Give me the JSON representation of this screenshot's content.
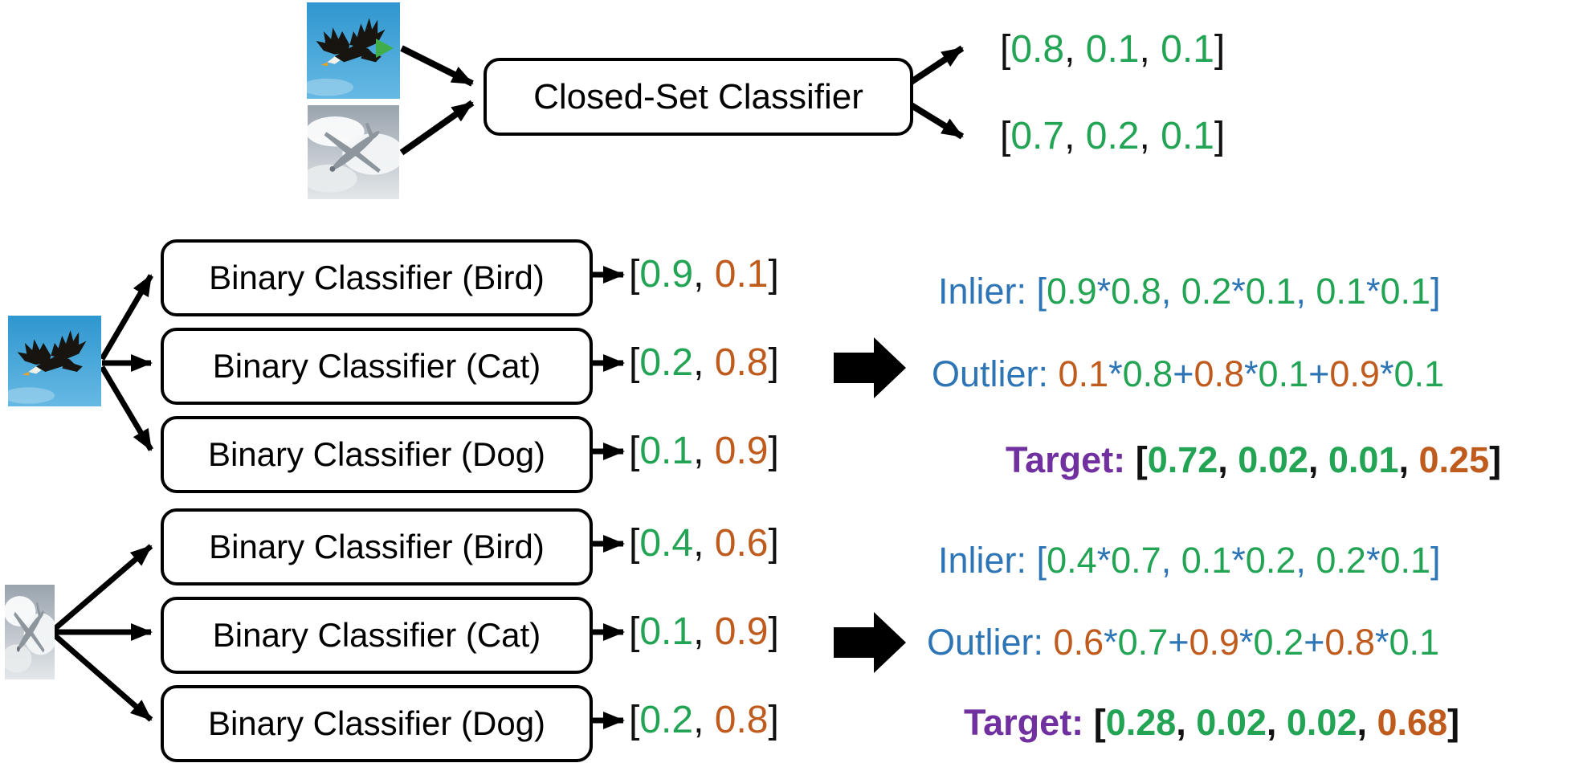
{
  "palette": {
    "black": "#111111",
    "green": "#22A454",
    "orange": "#C05B1E",
    "blue": "#2E75B6",
    "purple": "#7030A0",
    "watermark_green": "#3fae49"
  },
  "top": {
    "inputs": [
      "eagle-photo",
      "airplane-photo"
    ],
    "classifier_label": "Closed-Set Classifier",
    "outputs": [
      {
        "segments": [
          {
            "t": "[",
            "c": "black"
          },
          {
            "t": "0.8",
            "c": "green"
          },
          {
            "t": ", ",
            "c": "black"
          },
          {
            "t": "0.1",
            "c": "green"
          },
          {
            "t": ", ",
            "c": "black"
          },
          {
            "t": "0.1",
            "c": "green"
          },
          {
            "t": "]",
            "c": "black"
          }
        ]
      },
      {
        "segments": [
          {
            "t": "[",
            "c": "black"
          },
          {
            "t": "0.7",
            "c": "green"
          },
          {
            "t": ", ",
            "c": "black"
          },
          {
            "t": "0.2",
            "c": "green"
          },
          {
            "t": ", ",
            "c": "black"
          },
          {
            "t": "0.1",
            "c": "green"
          },
          {
            "t": "]",
            "c": "black"
          }
        ]
      }
    ]
  },
  "groups": [
    {
      "image": "eagle-photo",
      "classifiers": [
        {
          "label": "Binary Classifier (Bird)",
          "output_segments": [
            {
              "t": "[",
              "c": "black"
            },
            {
              "t": "0.9",
              "c": "green"
            },
            {
              "t": ", ",
              "c": "black"
            },
            {
              "t": "0.1",
              "c": "orange"
            },
            {
              "t": "]",
              "c": "black"
            }
          ]
        },
        {
          "label": "Binary Classifier (Cat)",
          "output_segments": [
            {
              "t": "[",
              "c": "black"
            },
            {
              "t": "0.2",
              "c": "green"
            },
            {
              "t": ", ",
              "c": "black"
            },
            {
              "t": "0.8",
              "c": "orange"
            },
            {
              "t": "]",
              "c": "black"
            }
          ]
        },
        {
          "label": "Binary Classifier (Dog)",
          "output_segments": [
            {
              "t": "[",
              "c": "black"
            },
            {
              "t": "0.1",
              "c": "green"
            },
            {
              "t": ", ",
              "c": "black"
            },
            {
              "t": "0.9",
              "c": "orange"
            },
            {
              "t": "]",
              "c": "black"
            }
          ]
        }
      ],
      "inlier": {
        "segments": [
          {
            "t": "Inlier: ",
            "c": "blue"
          },
          {
            "t": "[",
            "c": "blue"
          },
          {
            "t": "0.9",
            "c": "green"
          },
          {
            "t": "*",
            "c": "blue"
          },
          {
            "t": "0.8",
            "c": "green"
          },
          {
            "t": ", ",
            "c": "blue"
          },
          {
            "t": "0.2",
            "c": "green"
          },
          {
            "t": "*",
            "c": "blue"
          },
          {
            "t": "0.1",
            "c": "green"
          },
          {
            "t": ", ",
            "c": "blue"
          },
          {
            "t": "0.1",
            "c": "green"
          },
          {
            "t": "*",
            "c": "blue"
          },
          {
            "t": "0.1",
            "c": "green"
          },
          {
            "t": "]",
            "c": "blue"
          }
        ]
      },
      "outlier": {
        "segments": [
          {
            "t": "Outlier: ",
            "c": "blue"
          },
          {
            "t": "0.1",
            "c": "orange"
          },
          {
            "t": "*",
            "c": "blue"
          },
          {
            "t": "0.8",
            "c": "green"
          },
          {
            "t": "+",
            "c": "blue"
          },
          {
            "t": "0.8",
            "c": "orange"
          },
          {
            "t": "*",
            "c": "blue"
          },
          {
            "t": "0.1",
            "c": "green"
          },
          {
            "t": "+",
            "c": "blue"
          },
          {
            "t": "0.9",
            "c": "orange"
          },
          {
            "t": "*",
            "c": "blue"
          },
          {
            "t": "0.1",
            "c": "green"
          }
        ]
      },
      "target": {
        "segments": [
          {
            "t": "Target: ",
            "c": "purple"
          },
          {
            "t": "[",
            "c": "black"
          },
          {
            "t": "0.72",
            "c": "green"
          },
          {
            "t": ", ",
            "c": "black"
          },
          {
            "t": "0.02",
            "c": "green"
          },
          {
            "t": ", ",
            "c": "black"
          },
          {
            "t": "0.01",
            "c": "green"
          },
          {
            "t": ", ",
            "c": "black"
          },
          {
            "t": "0.25",
            "c": "orange"
          },
          {
            "t": "]",
            "c": "black"
          }
        ]
      }
    },
    {
      "image": "airplane-photo",
      "classifiers": [
        {
          "label": "Binary Classifier (Bird)",
          "output_segments": [
            {
              "t": "[",
              "c": "black"
            },
            {
              "t": "0.4",
              "c": "green"
            },
            {
              "t": ", ",
              "c": "black"
            },
            {
              "t": "0.6",
              "c": "orange"
            },
            {
              "t": "]",
              "c": "black"
            }
          ]
        },
        {
          "label": "Binary Classifier (Cat)",
          "output_segments": [
            {
              "t": "[",
              "c": "black"
            },
            {
              "t": "0.1",
              "c": "green"
            },
            {
              "t": ", ",
              "c": "black"
            },
            {
              "t": "0.9",
              "c": "orange"
            },
            {
              "t": "]",
              "c": "black"
            }
          ]
        },
        {
          "label": "Binary Classifier (Dog)",
          "output_segments": [
            {
              "t": "[",
              "c": "black"
            },
            {
              "t": "0.2",
              "c": "green"
            },
            {
              "t": ", ",
              "c": "black"
            },
            {
              "t": "0.8",
              "c": "orange"
            },
            {
              "t": "]",
              "c": "black"
            }
          ]
        }
      ],
      "inlier": {
        "segments": [
          {
            "t": "Inlier: ",
            "c": "blue"
          },
          {
            "t": "[",
            "c": "blue"
          },
          {
            "t": "0.4",
            "c": "green"
          },
          {
            "t": "*",
            "c": "blue"
          },
          {
            "t": "0.7",
            "c": "green"
          },
          {
            "t": ", ",
            "c": "blue"
          },
          {
            "t": "0.1",
            "c": "green"
          },
          {
            "t": "*",
            "c": "blue"
          },
          {
            "t": "0.2",
            "c": "green"
          },
          {
            "t": ", ",
            "c": "blue"
          },
          {
            "t": "0.2",
            "c": "green"
          },
          {
            "t": "*",
            "c": "blue"
          },
          {
            "t": "0.1",
            "c": "green"
          },
          {
            "t": "]",
            "c": "blue"
          }
        ]
      },
      "outlier": {
        "segments": [
          {
            "t": "Outlier: ",
            "c": "blue"
          },
          {
            "t": "0.6",
            "c": "orange"
          },
          {
            "t": "*",
            "c": "blue"
          },
          {
            "t": "0.7",
            "c": "green"
          },
          {
            "t": "+",
            "c": "blue"
          },
          {
            "t": "0.9",
            "c": "orange"
          },
          {
            "t": "*",
            "c": "blue"
          },
          {
            "t": "0.2",
            "c": "green"
          },
          {
            "t": "+",
            "c": "blue"
          },
          {
            "t": "0.8",
            "c": "orange"
          },
          {
            "t": "*",
            "c": "blue"
          },
          {
            "t": "0.1",
            "c": "green"
          }
        ]
      },
      "target": {
        "segments": [
          {
            "t": "Target: ",
            "c": "purple"
          },
          {
            "t": "[",
            "c": "black"
          },
          {
            "t": "0.28",
            "c": "green"
          },
          {
            "t": ", ",
            "c": "black"
          },
          {
            "t": "0.02",
            "c": "green"
          },
          {
            "t": ", ",
            "c": "black"
          },
          {
            "t": "0.02",
            "c": "green"
          },
          {
            "t": ", ",
            "c": "black"
          },
          {
            "t": "0.68",
            "c": "orange"
          },
          {
            "t": "]",
            "c": "black"
          }
        ]
      }
    }
  ]
}
